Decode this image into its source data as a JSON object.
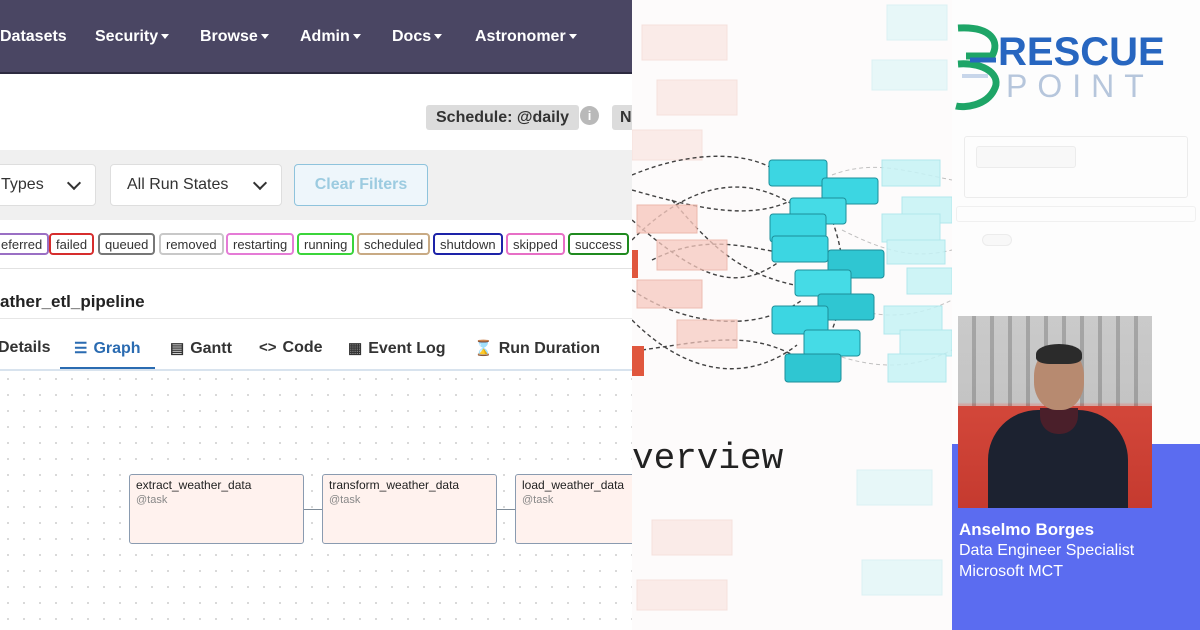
{
  "nav": {
    "items": [
      "Datasets",
      "Security",
      "Browse",
      "Admin",
      "Docs",
      "Astronomer"
    ]
  },
  "dag": {
    "schedule": "Schedule: @daily",
    "next_run_chip": "N",
    "title": "ather_etl_pipeline"
  },
  "filters": {
    "run_types": "Types",
    "run_states": "All Run States",
    "clear": "Clear Filters"
  },
  "states": [
    {
      "label": "eferred",
      "color": "#9a6fc4"
    },
    {
      "label": "failed",
      "color": "#d62d2d"
    },
    {
      "label": "queued",
      "color": "#777777"
    },
    {
      "label": "removed",
      "color": "#c8c8c8"
    },
    {
      "label": "restarting",
      "color": "#e57bd6"
    },
    {
      "label": "running",
      "color": "#3bd43b"
    },
    {
      "label": "scheduled",
      "color": "#c8aa84"
    },
    {
      "label": "shutdown",
      "color": "#1d23a8"
    },
    {
      "label": "skipped",
      "color": "#e76fc6"
    },
    {
      "label": "success",
      "color": "#1f8a1f"
    }
  ],
  "tabs": [
    {
      "label": "Details",
      "icon": "details-icon"
    },
    {
      "label": "Graph",
      "icon": "graph-icon"
    },
    {
      "label": "Gantt",
      "icon": "gantt-icon"
    },
    {
      "label": "Code",
      "icon": "code-icon"
    },
    {
      "label": "Event Log",
      "icon": "event-log-icon"
    },
    {
      "label": "Run Duration",
      "icon": "hourglass-icon"
    }
  ],
  "tasks": [
    {
      "name": "extract_weather_data",
      "decorator": "@task"
    },
    {
      "name": "transform_weather_data",
      "decorator": "@task"
    },
    {
      "name": "load_weather_data",
      "decorator": "@task"
    }
  ],
  "middle": {
    "caption": "verview"
  },
  "brand": {
    "rescue": "RESCUE",
    "point": "POINT",
    "accent": "#2766c0"
  },
  "speaker": {
    "name": "Anselmo Borges",
    "role": "Data Engineer Specialist",
    "cert": "Microsoft MCT",
    "panel_color": "#5b6cf0"
  }
}
